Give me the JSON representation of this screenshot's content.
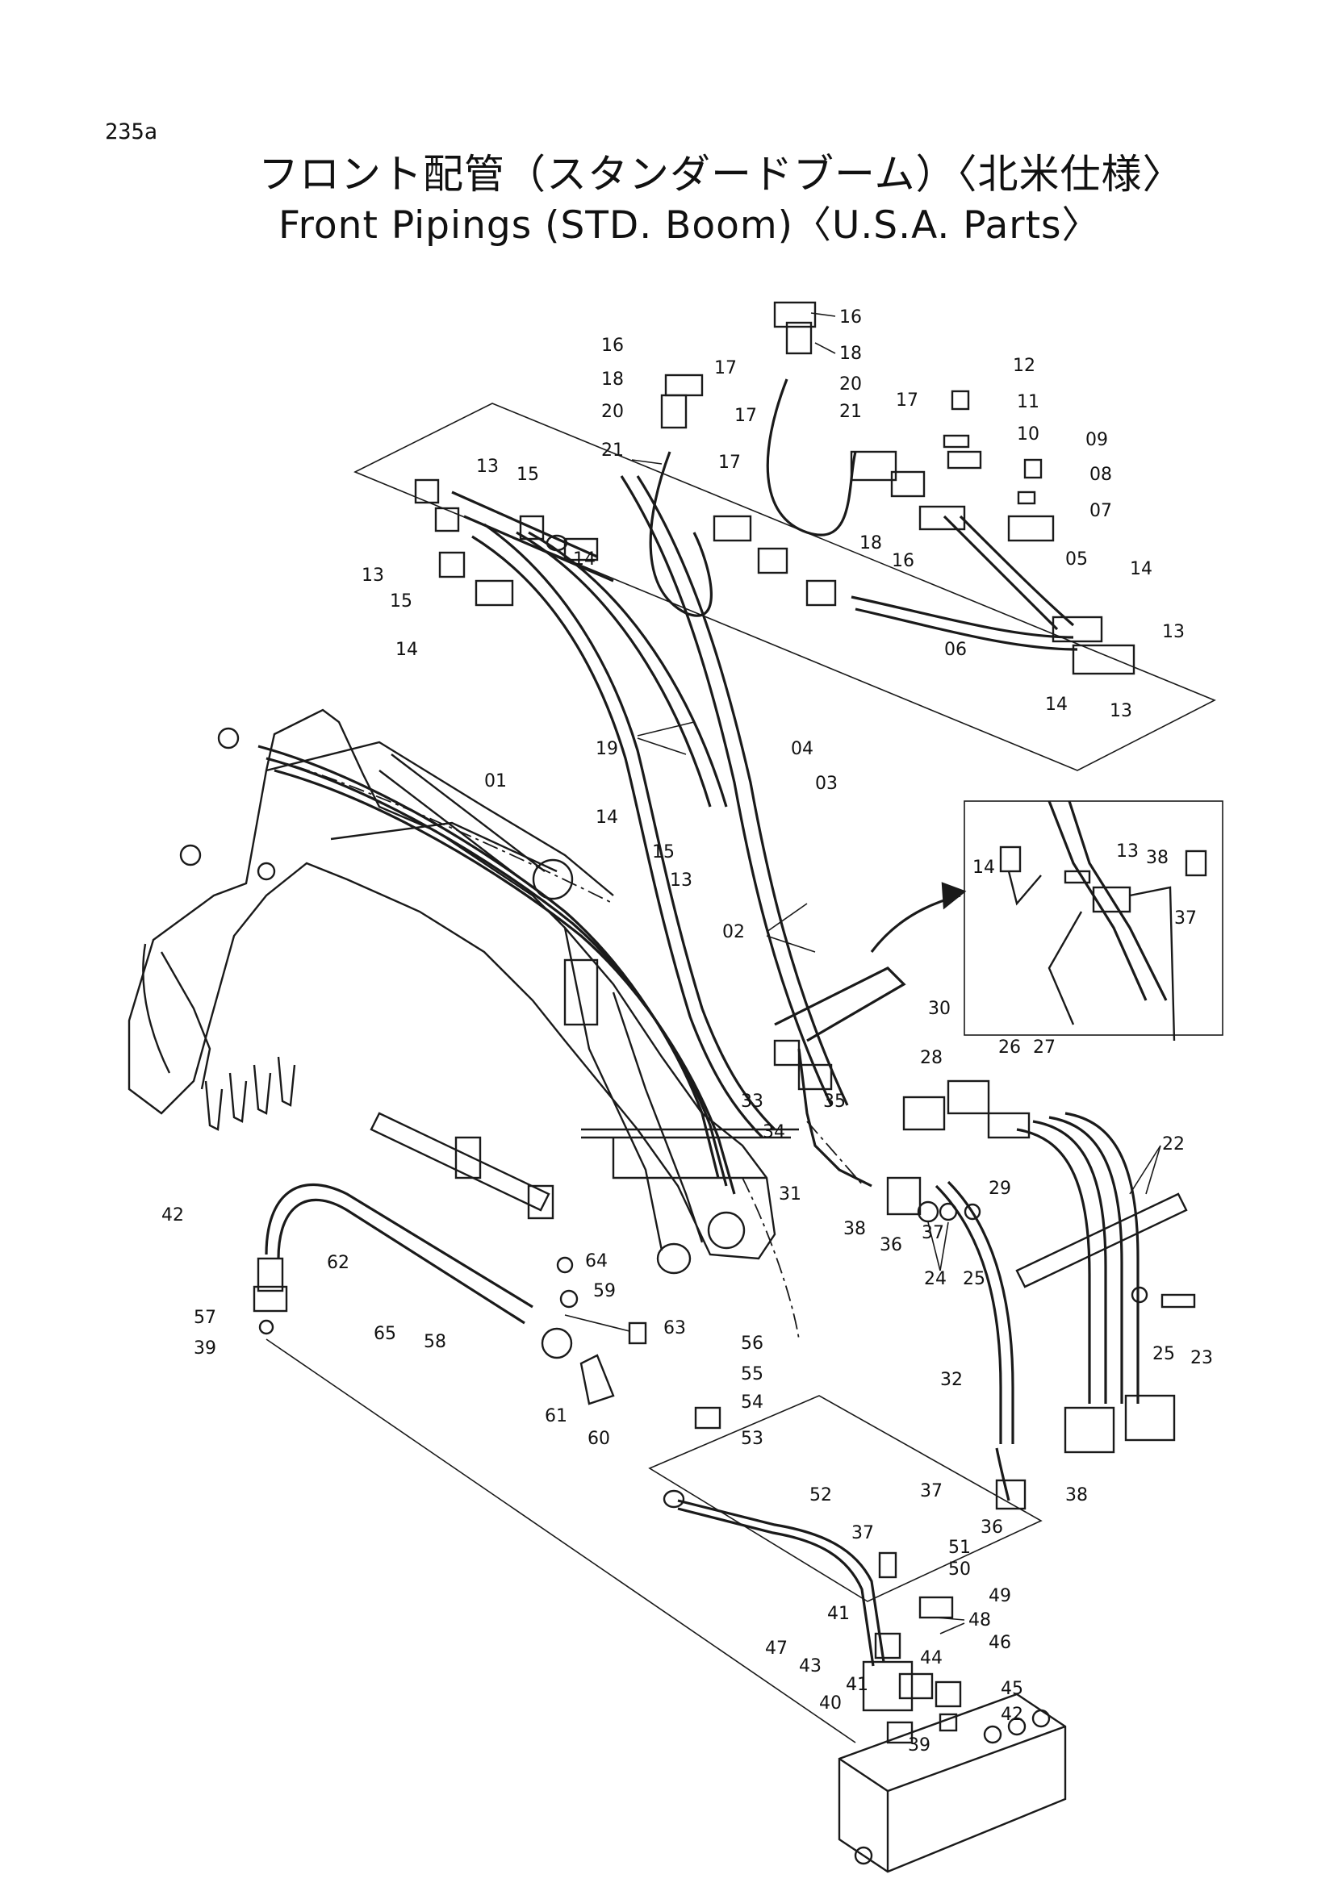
{
  "page_number": "235a",
  "title_ja": "フロント配管（スタンダードブーム）〈北米仕様〉",
  "title_en": "Front Pipings (STD. Boom)〈U.S.A. Parts〉",
  "callouts": [
    {
      "id": "c-16a",
      "label": "16"
    },
    {
      "id": "c-18a",
      "label": "18"
    },
    {
      "id": "c-20a",
      "label": "20"
    },
    {
      "id": "c-21a",
      "label": "21"
    },
    {
      "id": "c-16b",
      "label": "16"
    },
    {
      "id": "c-18b",
      "label": "18"
    },
    {
      "id": "c-17a",
      "label": "17"
    },
    {
      "id": "c-17b",
      "label": "17"
    },
    {
      "id": "c-20b",
      "label": "20"
    },
    {
      "id": "c-21b",
      "label": "21"
    },
    {
      "id": "c-17c",
      "label": "17"
    },
    {
      "id": "c-17d",
      "label": "17"
    },
    {
      "id": "c-12",
      "label": "12"
    },
    {
      "id": "c-11",
      "label": "11"
    },
    {
      "id": "c-10",
      "label": "10"
    },
    {
      "id": "c-09",
      "label": "09"
    },
    {
      "id": "c-08",
      "label": "08"
    },
    {
      "id": "c-07",
      "label": "07"
    },
    {
      "id": "c-13a",
      "label": "13"
    },
    {
      "id": "c-15a",
      "label": "15"
    },
    {
      "id": "c-14a",
      "label": "14"
    },
    {
      "id": "c-18c",
      "label": "18"
    },
    {
      "id": "c-16c",
      "label": "16"
    },
    {
      "id": "c-05",
      "label": "05"
    },
    {
      "id": "c-14b",
      "label": "14"
    },
    {
      "id": "c-13b",
      "label": "13"
    },
    {
      "id": "c-15b",
      "label": "15"
    },
    {
      "id": "c-14c",
      "label": "14"
    },
    {
      "id": "c-06",
      "label": "06"
    },
    {
      "id": "c-13c",
      "label": "13"
    },
    {
      "id": "c-14d",
      "label": "14"
    },
    {
      "id": "c-13d",
      "label": "13"
    },
    {
      "id": "c-19",
      "label": "19"
    },
    {
      "id": "c-04",
      "label": "04"
    },
    {
      "id": "c-03",
      "label": "03"
    },
    {
      "id": "c-01",
      "label": "01"
    },
    {
      "id": "c-14e",
      "label": "14"
    },
    {
      "id": "c-15c",
      "label": "15"
    },
    {
      "id": "c-13e",
      "label": "13"
    },
    {
      "id": "c-02",
      "label": "02"
    },
    {
      "id": "c-14f",
      "label": "14"
    },
    {
      "id": "c-13f",
      "label": "13"
    },
    {
      "id": "c-38a",
      "label": "38"
    },
    {
      "id": "c-37a",
      "label": "37"
    },
    {
      "id": "c-30",
      "label": "30"
    },
    {
      "id": "c-26",
      "label": "26"
    },
    {
      "id": "c-27",
      "label": "27"
    },
    {
      "id": "c-28",
      "label": "28"
    },
    {
      "id": "c-33",
      "label": "33"
    },
    {
      "id": "c-35",
      "label": "35"
    },
    {
      "id": "c-34",
      "label": "34"
    },
    {
      "id": "c-22",
      "label": "22"
    },
    {
      "id": "c-29",
      "label": "29"
    },
    {
      "id": "c-31",
      "label": "31"
    },
    {
      "id": "c-38b",
      "label": "38"
    },
    {
      "id": "c-36a",
      "label": "36"
    },
    {
      "id": "c-37b",
      "label": "37"
    },
    {
      "id": "c-24",
      "label": "24"
    },
    {
      "id": "c-25a",
      "label": "25"
    },
    {
      "id": "c-25b",
      "label": "25"
    },
    {
      "id": "c-23",
      "label": "23"
    },
    {
      "id": "c-42a",
      "label": "42"
    },
    {
      "id": "c-62",
      "label": "62"
    },
    {
      "id": "c-64",
      "label": "64"
    },
    {
      "id": "c-57",
      "label": "57"
    },
    {
      "id": "c-65",
      "label": "65"
    },
    {
      "id": "c-58",
      "label": "58"
    },
    {
      "id": "c-59",
      "label": "59"
    },
    {
      "id": "c-63",
      "label": "63"
    },
    {
      "id": "c-39a",
      "label": "39"
    },
    {
      "id": "c-56",
      "label": "56"
    },
    {
      "id": "c-55",
      "label": "55"
    },
    {
      "id": "c-54",
      "label": "54"
    },
    {
      "id": "c-61",
      "label": "61"
    },
    {
      "id": "c-60",
      "label": "60"
    },
    {
      "id": "c-53",
      "label": "53"
    },
    {
      "id": "c-32",
      "label": "32"
    },
    {
      "id": "c-37c",
      "label": "37"
    },
    {
      "id": "c-38c",
      "label": "38"
    },
    {
      "id": "c-36b",
      "label": "36"
    },
    {
      "id": "c-52",
      "label": "52"
    },
    {
      "id": "c-37d",
      "label": "37"
    },
    {
      "id": "c-51",
      "label": "51"
    },
    {
      "id": "c-50",
      "label": "50"
    },
    {
      "id": "c-49",
      "label": "49"
    },
    {
      "id": "c-41a",
      "label": "41"
    },
    {
      "id": "c-48",
      "label": "48"
    },
    {
      "id": "c-47",
      "label": "47"
    },
    {
      "id": "c-43",
      "label": "43"
    },
    {
      "id": "c-44",
      "label": "44"
    },
    {
      "id": "c-46",
      "label": "46"
    },
    {
      "id": "c-41b",
      "label": "41"
    },
    {
      "id": "c-45",
      "label": "45"
    },
    {
      "id": "c-40",
      "label": "40"
    },
    {
      "id": "c-42b",
      "label": "42"
    },
    {
      "id": "c-39b",
      "label": "39"
    }
  ]
}
